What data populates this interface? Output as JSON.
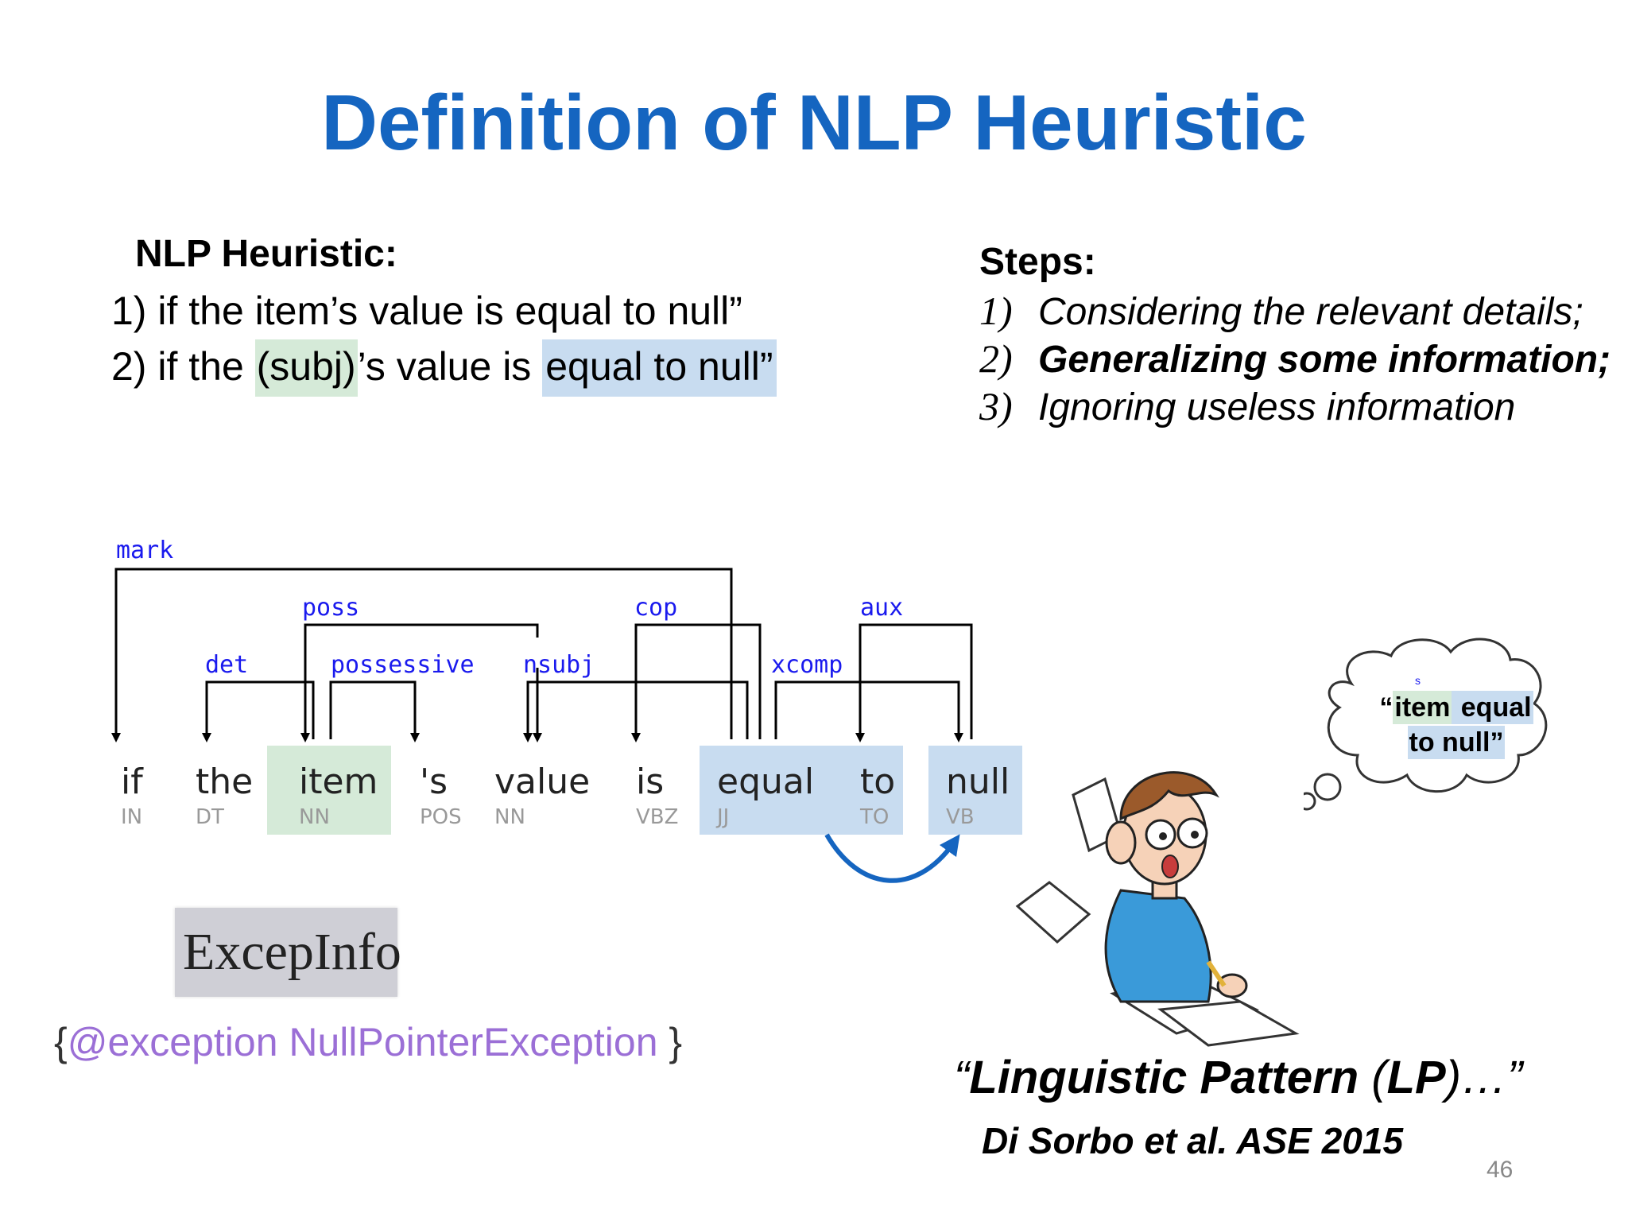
{
  "title": "Definition of NLP Heuristic",
  "heuristic": {
    "heading": "NLP Heuristic:",
    "line1": "1) if the item’s value is equal to null”",
    "line2": {
      "before": "2) if the ",
      "subj": "(subj)",
      "middle": "’s value is ",
      "highlight": "equal to null”"
    }
  },
  "steps": {
    "heading": "Steps:",
    "items": [
      {
        "num": "1)",
        "text": "Considering the relevant details;"
      },
      {
        "num": "2)",
        "text": "Generalizing some information;"
      },
      {
        "num": "3)",
        "text": "Ignoring useless information"
      }
    ]
  },
  "parse": {
    "tokens": [
      {
        "word": "if",
        "tag": "IN"
      },
      {
        "word": "the",
        "tag": "DT"
      },
      {
        "word": "item",
        "tag": "NN"
      },
      {
        "word": "'s",
        "tag": "POS"
      },
      {
        "word": "value",
        "tag": "NN"
      },
      {
        "word": "is",
        "tag": "VBZ"
      },
      {
        "word": "equal",
        "tag": "JJ"
      },
      {
        "word": "to",
        "tag": "TO"
      },
      {
        "word": "null",
        "tag": "VB"
      }
    ],
    "relations": {
      "mark": "mark",
      "poss": "poss",
      "cop": "cop",
      "aux": "aux",
      "det": "det",
      "possessive": "possessive",
      "nsubj": "nsubj",
      "xcomp": "xcomp"
    },
    "colors": {
      "relation": "#1a1aee",
      "subject_highlight": "#d5ead8",
      "predicate_highlight": "#c8dcf0",
      "arrow": "#1565c0"
    }
  },
  "exception": {
    "box_label": "ExcepInfo",
    "open": "{",
    "tag": "@exception NullPointerException",
    "close": " }"
  },
  "thought": {
    "open_quote": "“",
    "item": "item",
    "equal": " equal",
    "to_null": "to null”",
    "s_mark": "s"
  },
  "footer": {
    "lp_open": "“",
    "lp_bold1": "Linguistic Pattern",
    "lp_mid": " (",
    "lp_bold2": "LP",
    "lp_close": ")…”",
    "citation": "Di Sorbo et al. ASE 2015",
    "page_number": "46"
  },
  "colors": {
    "title": "#1565c0",
    "exception_tag": "#9b6fd6"
  }
}
